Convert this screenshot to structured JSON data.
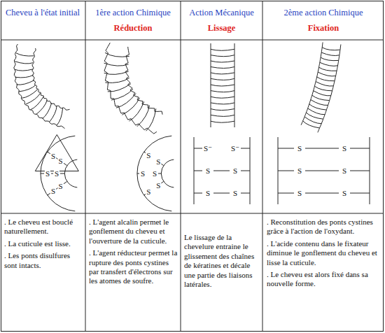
{
  "diagram": {
    "labels": [
      "Cheveu à l'état initial",
      "1ère action Chimique",
      "Réduction",
      "Action Mécanique",
      "Lissage",
      "2ème action Chimique",
      "Fixation",
      ". Le cheveu est bouclé naturellement.",
      ". La cuticule est lisse.",
      ". Les ponts disulfures sont intacts.",
      ". L'agent alcalin permet le gonflement du cheveu et l'ouverture de la cuticule.",
      ". L'agent réducteur permet la rupture des ponts cystines par transfert d'électrons sur les atomes de soufre.",
      "Le lissage de la chevelure entraine le glissement des chaînes de kératines et décale une partie des liaisons latérales.",
      ". Reconstitution des ponts cystines grâce à l'action de l'oxydant.",
      ". L'acide contenu dans le fixateur diminue le gonflement du cheveu et lisse la cuticule.",
      ". Le cheveu est alors fixé dans sa nouvelle forme.",
      "S",
      "S",
      "S",
      "S",
      "S",
      "S",
      "S",
      "S",
      "S",
      "S",
      "S",
      "S",
      "S⁻",
      "S⁻",
      "S",
      "S",
      "S",
      "S",
      "S",
      "S",
      "S",
      "S",
      "S",
      "S"
    ]
  }
}
